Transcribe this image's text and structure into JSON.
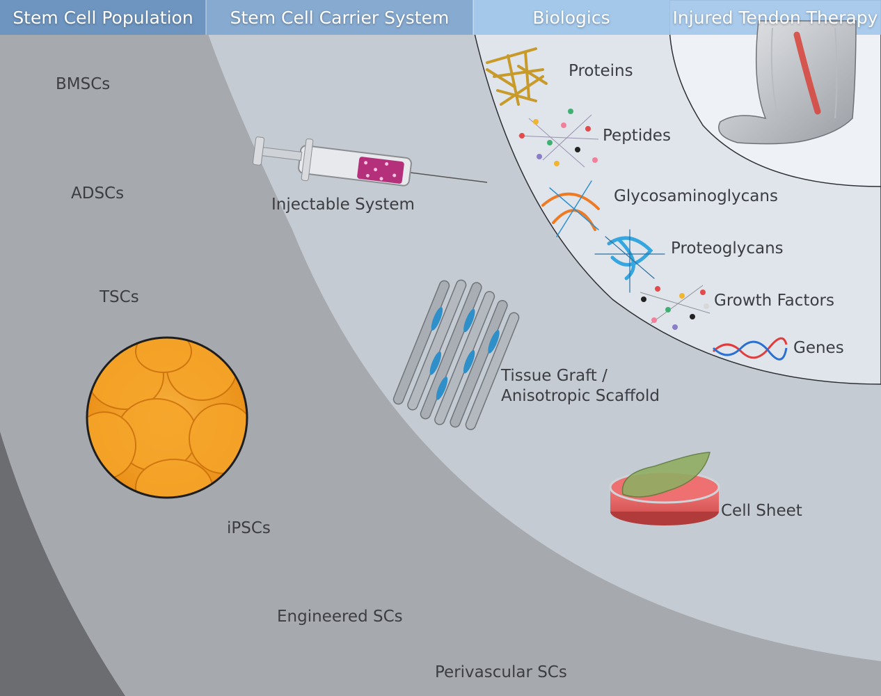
{
  "headers": {
    "stem_cell_population": "Stem Cell Population",
    "carrier_system": "Stem Cell Carrier System",
    "biologics": "Biologics",
    "tendon_therapy": "Injured Tendon Therapy"
  },
  "stem_cells": {
    "bmscs": "BMSCs",
    "adscs": "ADSCs",
    "tscs": "TSCs",
    "ipscs": "iPSCs",
    "engineered": "Engineered SCs",
    "perivascular": "Perivascular SCs"
  },
  "carriers": {
    "injectable": "Injectable System",
    "tissue_graft_line1": "Tissue Graft /",
    "tissue_graft_line2": "Anisotropic Scaffold",
    "cell_sheet": "Cell Sheet"
  },
  "biologics": {
    "proteins": "Proteins",
    "peptides": "Peptides",
    "gags": "Glycosaminoglycans",
    "proteoglycans": "Proteoglycans",
    "growth_factors": "Growth Factors",
    "genes": "Genes"
  },
  "colors": {
    "header_dark": "#6e95bf",
    "header_mid": "#87aad0",
    "header_light": "#a4c8ea",
    "outer_band": "#6c6d71",
    "population_band": "#a6a9ae",
    "carrier_band": "#c5cbd2",
    "biologics_band": "#dfe5eb",
    "therapy_band": "#eef2f6"
  }
}
